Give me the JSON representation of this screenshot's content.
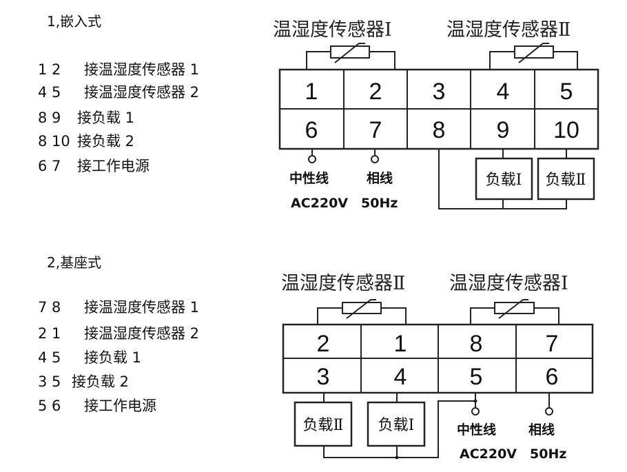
{
  "section1": {
    "heading": "1,嵌入式",
    "wiring": [
      {
        "terminals": "1 2",
        "desc": "接温湿度传感器 1"
      },
      {
        "terminals": "4 5",
        "desc": "接温湿度传感器 2"
      },
      {
        "terminals": "8 9",
        "desc": "接负载 1"
      },
      {
        "terminals": "8 10",
        "desc": "接负载 2"
      },
      {
        "terminals": "6 7",
        "desc": "接工作电源"
      }
    ],
    "sensor_left": "温湿度传感器Ⅰ",
    "sensor_right": "温湿度传感器Ⅱ",
    "top_row": [
      "1",
      "2",
      "3",
      "4",
      "5"
    ],
    "bottom_row": [
      "6",
      "7",
      "8",
      "9",
      "10"
    ],
    "neutral": "中性线",
    "phase": "相线",
    "voltage": "AC220V",
    "freq": "50Hz",
    "load1": "负载Ⅰ",
    "load2": "负载Ⅱ"
  },
  "section2": {
    "heading": "2,基座式",
    "wiring": [
      {
        "terminals": "7 8",
        "desc": "接温湿度传感器 1"
      },
      {
        "terminals": "2 1",
        "desc": "接温湿度传感器 2"
      },
      {
        "terminals": "4 5",
        "desc": "接负载 1"
      },
      {
        "terminals": "3 5",
        "desc": "接负载 2"
      },
      {
        "terminals": "5 6",
        "desc": "接工作电源"
      }
    ],
    "sensor_left": "温湿度传感器Ⅱ",
    "sensor_right": "温湿度传感器Ⅰ",
    "top_row": [
      "2",
      "1",
      "8",
      "7"
    ],
    "bottom_row": [
      "3",
      "4",
      "5",
      "6"
    ],
    "neutral": "中性线",
    "phase": "相线",
    "voltage": "AC220V",
    "freq": "50Hz",
    "load1": "负载Ⅰ",
    "load2": "负载Ⅱ"
  }
}
